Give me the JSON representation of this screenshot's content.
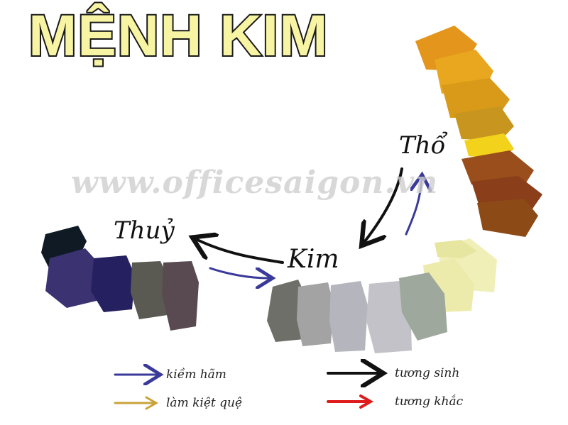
{
  "title": "MỆNH KIM",
  "watermark": "www.officesaigon.vn",
  "elements": {
    "tho": "Thổ",
    "thuy": "Thuỷ",
    "kim": "Kim"
  },
  "legend": {
    "kiem_ham": "kiềm hãm",
    "lam_kiet_que": "làm kiệt quệ",
    "tuong_sinh": "tương sinh",
    "tuong_khac": "tương khắc"
  },
  "colors": {
    "kiem_ham": "#3a3a9a",
    "lam_kiet_que": "#c9a23a",
    "tuong_sinh": "#111111",
    "tuong_khac": "#e01b1b",
    "earth_swatches": [
      "#e3961b",
      "#e8a71f",
      "#d89a18",
      "#c8961e",
      "#f2d21a",
      "#9a4e1c",
      "#8a3e1a",
      "#8c4a16"
    ],
    "metal_swatches": [
      "#6f6f6a",
      "#a3a3a3",
      "#b5b5bd",
      "#c2c2c8",
      "#9fa89c",
      "#f1efb8",
      "#ecebab",
      "#e7e6a0"
    ],
    "water_swatches": [
      "#0f1a24",
      "#3b3272",
      "#252060",
      "#5a5a52",
      "#584a50"
    ]
  }
}
